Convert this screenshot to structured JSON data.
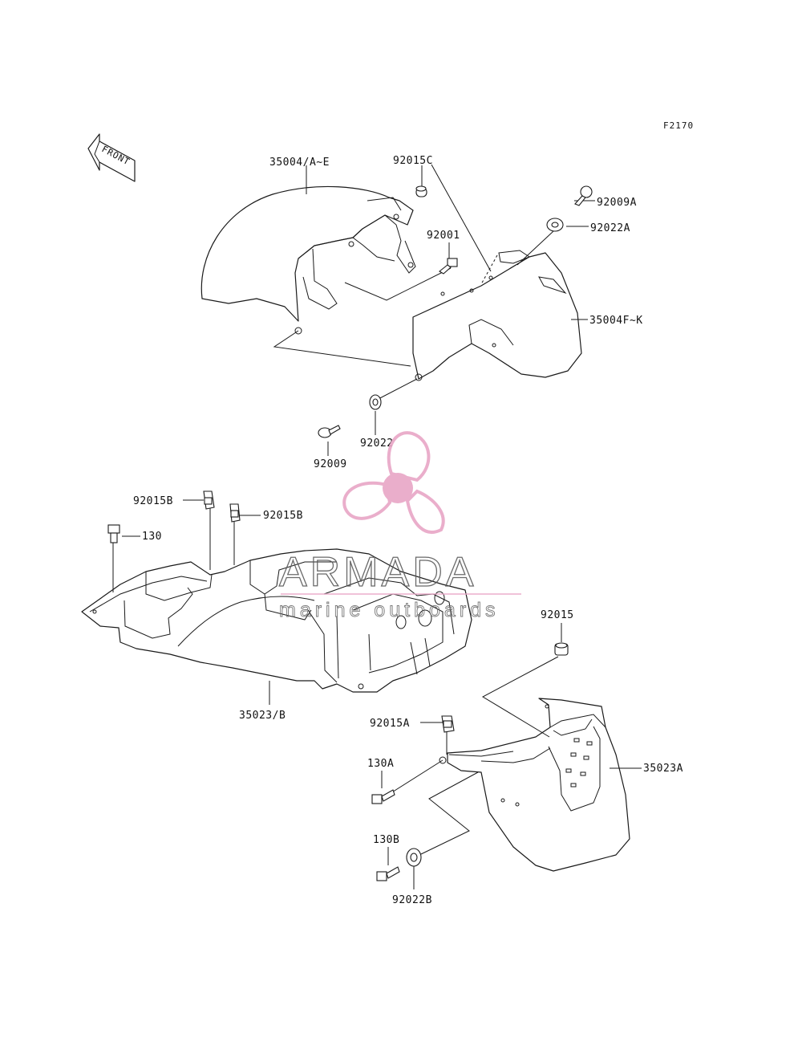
{
  "diagram": {
    "figure_code": "F2170",
    "front_label": "FRONT",
    "labels": {
      "l_35004ae": "35004/A~E",
      "l_92015c": "92015C",
      "l_92009a": "92009A",
      "l_92022a": "92022A",
      "l_92001": "92001",
      "l_35004fk": "35004F~K",
      "l_92022": "92022",
      "l_92009": "92009",
      "l_92015b_1": "92015B",
      "l_92015b_2": "92015B",
      "l_130": "130",
      "l_35023b": "35023/B",
      "l_92015": "92015",
      "l_92015a": "92015A",
      "l_130a": "130A",
      "l_35023a": "35023A",
      "l_130b": "130B",
      "l_92022b": "92022B"
    }
  },
  "watermark": {
    "brand": "ARMADA",
    "tagline": "marine outboards",
    "logo_color": "#e8a6c6"
  }
}
